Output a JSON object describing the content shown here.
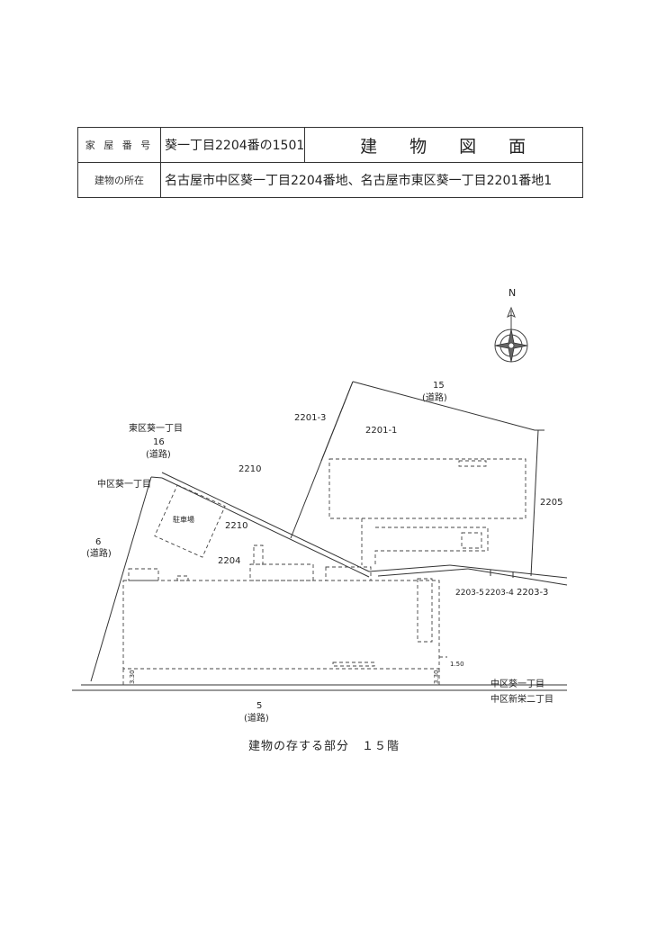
{
  "header": {
    "house_number_label": "家 屋 番 号",
    "house_number_value": "葵一丁目2204番の1501",
    "title": "建物図面",
    "location_label": "建物の所在",
    "location_value": "名古屋市中区葵一丁目2204番地、名古屋市東区葵一丁目2201番地1"
  },
  "compass": {
    "north_label": "N"
  },
  "plan_labels": {
    "road_15_num": "15",
    "road_15_type": "(道路)",
    "lot_2201_3": "2201-3",
    "lot_2201_1": "2201-1",
    "district_east": "東区葵一丁目",
    "road_16_num": "16",
    "road_16_type": "(道路)",
    "lot_2210_a": "2210",
    "lot_2210_b": "2210",
    "district_central_left": "中区葵一丁目",
    "parking": "駐車場",
    "road_6_num": "6",
    "road_6_type": "(道路)",
    "lot_2204": "2204",
    "lot_2205": "2205",
    "lot_2203_5": "2203-5",
    "lot_2203_4": "2203-4",
    "lot_2203_3": "2203-3",
    "dim_150": "1.50",
    "dim_330_left": "3.30",
    "dim_330_right": "3.30",
    "district_central_right": "中区葵一丁目",
    "district_shinsakae": "中区新栄二丁目",
    "road_5_num": "5",
    "road_5_type": "(道路)"
  },
  "caption": "建物の存する部分　１５階"
}
